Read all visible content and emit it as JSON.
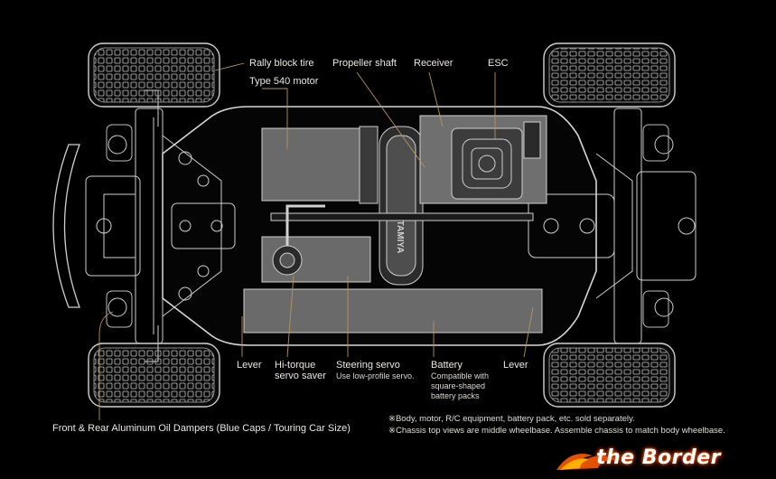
{
  "labels": {
    "rally_block_tire": "Rally block tire",
    "type_540_motor": "Type 540 motor",
    "propeller_shaft": "Propeller shaft",
    "receiver": "Receiver",
    "esc": "ESC",
    "lever_left": "Lever",
    "hi_torque_line1": "Hi-torque",
    "hi_torque_line2": "servo saver",
    "steering_servo": "Steering servo",
    "steering_servo_sub": "Use low-profile servo.",
    "battery": "Battery",
    "battery_sub1": "Compatible with",
    "battery_sub2": "square-shaped",
    "battery_sub3": "battery packs",
    "lever_right": "Lever",
    "dampers": "Front & Rear Aluminum Oil Dampers (Blue Caps / Touring Car Size)"
  },
  "notes": {
    "note1": "※Body, motor, R/C equipment, battery pack, etc. sold separately.",
    "note2": "※Chassis top views are middle wheelbase. Assemble chassis to match body wheelbase."
  },
  "motor_brand": "TAMIYA",
  "logo_text": "the Border",
  "colors": {
    "background": "#000000",
    "line": "#cfcfcf",
    "leader": "#b8925a",
    "logo_glow": "#ff5a00"
  }
}
